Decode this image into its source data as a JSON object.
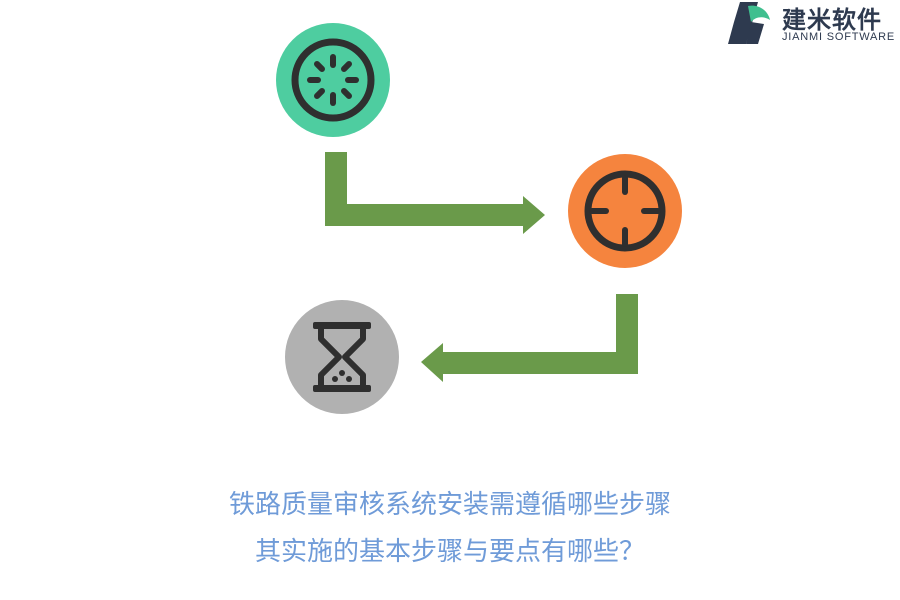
{
  "brand": {
    "name_cn": "建米软件",
    "name_en": "JIANMI SOFTWARE",
    "colors": {
      "dark": "#2e3a4f",
      "green": "#3fbf8f"
    }
  },
  "steps": [
    {
      "icon": "loading-spinner-icon",
      "color": "#4ecda0"
    },
    {
      "icon": "crosshair-target-icon",
      "color": "#f5843e"
    },
    {
      "icon": "hourglass-icon",
      "color": "#b1b1b1"
    }
  ],
  "arrows": {
    "color": "#6a9a4a"
  },
  "caption": {
    "line1": "铁路质量审核系统安装需遵循哪些步骤",
    "line2": "其实施的基本步骤与要点有哪些？",
    "color": "#6f9bd8"
  }
}
